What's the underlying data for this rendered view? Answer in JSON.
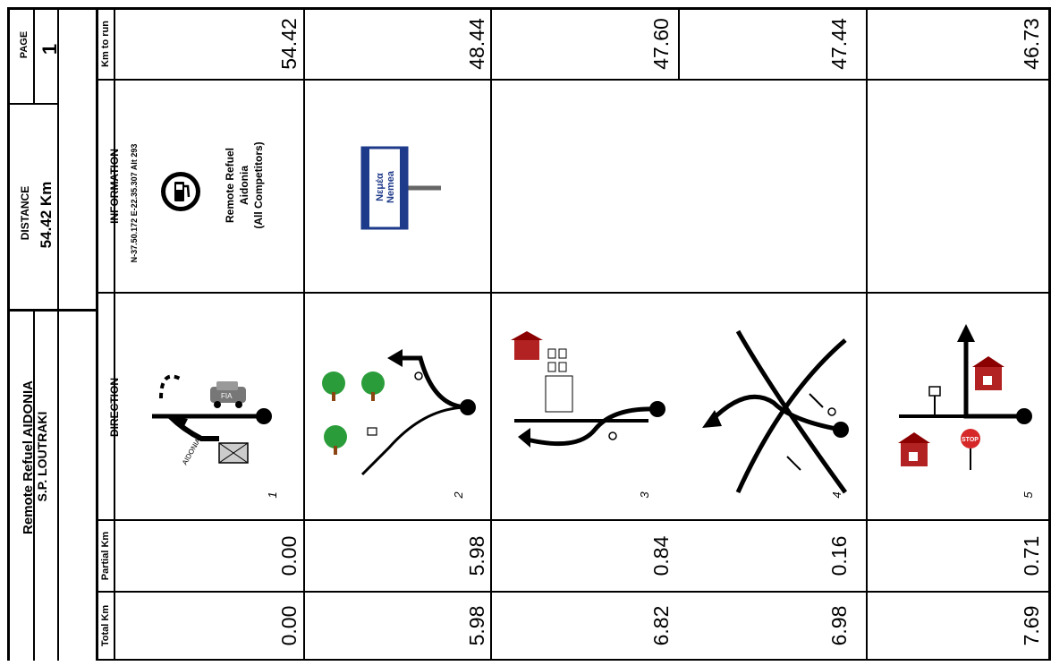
{
  "header": {
    "title": "Remote Refuel AIDONIA",
    "subtitle": "S.P. LOUTRAKI",
    "distance_label": "DISTANCE",
    "distance_value": "54.42 Km",
    "page_label": "PAGE",
    "page_value": "1"
  },
  "columns": {
    "total_km": "Total Km",
    "partial_km": "Partial Km",
    "direction": "DIRECTION",
    "information": "INFORMATION",
    "km_to_run": "Km to run"
  },
  "rows": [
    {
      "number": "1",
      "total_km": "0.00",
      "partial_km": "0.00",
      "km_to_run": "54.42",
      "info_coords": "N-37.50.172  E-22.35.307  Alt 293",
      "info_text": [
        "Remote Refuel",
        "Aidonia",
        "(All Competitors)"
      ],
      "sign_label": "AIDONIA",
      "fia_label": "FIA"
    },
    {
      "number": "2",
      "total_km": "5.98",
      "partial_km": "5.98",
      "km_to_run": "48.44",
      "sign_text": [
        "Νεμέα",
        "Nemea"
      ]
    },
    {
      "number": "3",
      "total_km": "6.82",
      "partial_km": "0.84",
      "km_to_run": "47.60"
    },
    {
      "number": "4",
      "total_km": "6.98",
      "partial_km": "0.16",
      "km_to_run": "47.44"
    },
    {
      "number": "5",
      "total_km": "7.69",
      "partial_km": "0.71",
      "km_to_run": "46.73",
      "stop_label": "STOP"
    }
  ]
}
